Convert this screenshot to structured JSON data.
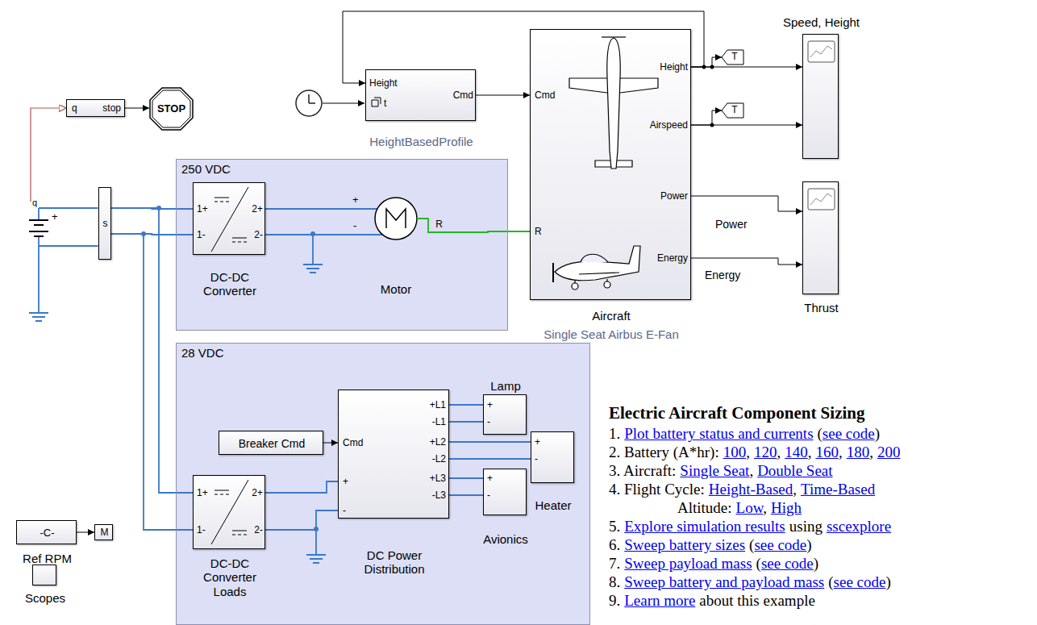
{
  "diagram": {
    "title": "Electric Aircraft Component Sizing",
    "nodes": [
      {
        "text": [
          "q",
          "+"
        ]
      },
      {
        "text": [
          "s"
        ]
      },
      {
        "text": [
          "q",
          "stop"
        ]
      },
      {
        "text": [
          "STOP"
        ]
      },
      {
        "text": [
          "Height",
          "t",
          "Cmd",
          "HeightBasedProfile"
        ]
      },
      {
        "text": [
          "Cmd",
          "R",
          "Height",
          "Airspeed",
          "Power",
          "Energy",
          "Aircraft",
          "Single Seat Airbus E-Fan"
        ]
      },
      {
        "text": [
          "T"
        ]
      },
      {
        "text": [
          "T"
        ]
      },
      {
        "text": [
          "Speed, Height"
        ]
      },
      {
        "text": [
          "Thrust"
        ]
      },
      {
        "text": [
          "250 VDC"
        ]
      },
      {
        "text": [
          "1+",
          "1-",
          "2+",
          "2-",
          "DC-DC Converter"
        ],
        "in": 10
      },
      {
        "text": [
          "+",
          "-",
          "R",
          "Motor"
        ],
        "in": 10
      },
      {
        "text": [
          "28 VDC"
        ]
      },
      {
        "text": [
          "Breaker Cmd"
        ],
        "in": 13
      },
      {
        "text": [
          "1+",
          "1-",
          "2+",
          "2-",
          "DC-DC Converter Loads"
        ],
        "in": 13
      },
      {
        "text": [
          "Cmd",
          "+",
          "-",
          "+L1",
          "-L1",
          "+L2",
          "-L2",
          "+L3",
          "-L3",
          "DC Power Distribution"
        ],
        "in": 13
      },
      {
        "text": [
          "Lamp",
          "+",
          "-"
        ],
        "in": 13
      },
      {
        "text": [
          "+",
          "-",
          "Heater"
        ],
        "in": 13
      },
      {
        "text": [
          "+",
          "-",
          "Avionics"
        ],
        "in": 13
      },
      {
        "text": [
          "-C-",
          "Ref RPM"
        ]
      },
      {
        "text": [
          "M"
        ]
      },
      {
        "text": [
          "Scopes"
        ]
      }
    ],
    "edges": [
      {
        "from": 0,
        "to": 2,
        "arrow": "to"
      },
      {
        "from": 2,
        "to": 3,
        "arrow": "to"
      },
      {
        "from": 0,
        "to": 1,
        "arrow": "none"
      },
      {
        "from": 0,
        "to": 1,
        "arrow": "none"
      },
      {
        "from": 1,
        "to": 11,
        "arrow": "none"
      },
      {
        "from": 1,
        "to": 11,
        "arrow": "none"
      },
      {
        "from": 1,
        "to": 15,
        "arrow": "none"
      },
      {
        "from": 1,
        "to": 15,
        "arrow": "none"
      },
      {
        "from": 11,
        "to": 12,
        "arrow": "none"
      },
      {
        "from": 11,
        "to": 12,
        "arrow": "none"
      },
      {
        "from": 12,
        "to": 5,
        "arrow": "none"
      },
      {
        "from": 4,
        "to": 5,
        "arrow": "to"
      },
      {
        "from": 5,
        "to": 4,
        "arrow": "to"
      },
      {
        "from": 5,
        "to": 6,
        "arrow": "to"
      },
      {
        "from": 5,
        "to": 8,
        "arrow": "to"
      },
      {
        "from": 5,
        "to": 7,
        "arrow": "to"
      },
      {
        "from": 5,
        "to": 8,
        "arrow": "to"
      },
      {
        "from": 5,
        "to": 9,
        "arrow": "to",
        "label": "Power"
      },
      {
        "from": 5,
        "to": 9,
        "arrow": "to",
        "label": "Energy"
      },
      {
        "from": 14,
        "to": 16,
        "arrow": "to"
      },
      {
        "from": 15,
        "to": 16,
        "arrow": "none"
      },
      {
        "from": 15,
        "to": 16,
        "arrow": "none"
      },
      {
        "from": 16,
        "to": 17,
        "arrow": "none"
      },
      {
        "from": 16,
        "to": 17,
        "arrow": "none"
      },
      {
        "from": 16,
        "to": 18,
        "arrow": "none"
      },
      {
        "from": 16,
        "to": 18,
        "arrow": "none"
      },
      {
        "from": 16,
        "to": 19,
        "arrow": "none"
      },
      {
        "from": 16,
        "to": 19,
        "arrow": "none"
      },
      {
        "from": 20,
        "to": 21,
        "arrow": "to"
      }
    ],
    "labels": [
      "1.",
      "Plot battery status and currents",
      "(",
      "see code",
      ")",
      "2. Battery (A*hr):",
      "100",
      ",",
      "120",
      ",",
      "140",
      ",",
      "160",
      ",",
      "180",
      ",",
      "200",
      "3. Aircraft:",
      "Single Seat",
      ",",
      "Double Seat",
      "4. Flight Cycle:",
      "Height-Based",
      ",",
      "Time-Based",
      "Altitude:",
      "Low",
      ",",
      "High",
      "5.",
      "Explore simulation results",
      "using",
      "sscexplore",
      "6.",
      "Sweep battery sizes",
      "(",
      "see code",
      ")",
      "7.",
      "Sweep payload mass",
      "(",
      "see code",
      ")",
      "8.",
      "Sweep battery and payload mass",
      "(",
      "see code",
      ")",
      "9.",
      "Learn more",
      "about this example"
    ]
  }
}
